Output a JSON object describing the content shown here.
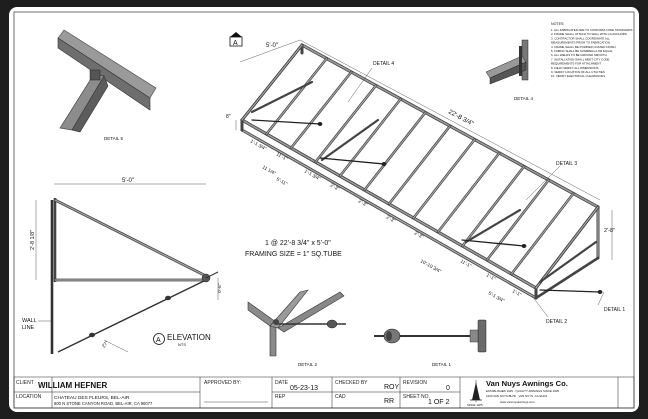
{
  "labels": {
    "top_marker": "A",
    "detail5": "DETAIL 5",
    "detail4_callout": "DETAIL 4",
    "detail4_view": "DETAIL 4",
    "detail3": "DETAIL 3",
    "detail2_callout": "DETAIL 2",
    "detail1_callout": "DETAIL 1",
    "detail2_view": "DETAIL 2",
    "detail1_view": "DETAIL 1",
    "elevation_marker": "A",
    "elevation": "ELEVATION",
    "nts": "NTS",
    "wall": "WALL",
    "line": "LINE",
    "summary_line1": "1 @ 22'-8 3/4\" x 5'-0\"",
    "summary_line2": "FRAMING SIZE = 1\" SQ.TUBE"
  },
  "dimensions": {
    "width_top": "5'-0\"",
    "length": "22'-8 3/4\"",
    "height_right": "2'-8\"",
    "left_offset": "8\"",
    "elev_width": "5'-0\"",
    "elev_height": "2'-8 1/8\"",
    "elev_small": "0'-6\"",
    "elev_angle": "27°",
    "bays": [
      "1'-1 3/4\"",
      "11'-1\"",
      "1'-1 3/4\"",
      "2'-3\"",
      "2'-3\"",
      "2'-3\"",
      "2'-3\"",
      "11'-1\"",
      "1'-1\"",
      "1'-1\""
    ],
    "left_stack": [
      "11 1/4\"",
      "5'-11\"",
      "10'-10 3/4\"",
      "5'-1 3/4\""
    ]
  },
  "notes_title": "NOTES:",
  "notes": [
    "1. ALL FABRICATED ARE TO CONFORM CODE STANDARDS",
    "2. FRAME SHALL ATTACH TO WALL WITH (4) ANCHORS",
    "3. CONTRACTOR SHALL COORDINATE ALL",
    "   MEASUREMENTS PRIOR TO FABRICATION",
    "4. FRAME SHALL BE POWDER COATED FINISH",
    "5. FABRIC SHALL BE SUNBRELLA OR EQUAL",
    "6. ALL WELDS TO BE GROUND SMOOTH",
    "7. INSTALLATION SHALL MEET CITY CODE",
    "   REQUIREMENTS FOR ATTACHMENT",
    "8. FIELD VERIFY ALL DIMENSIONS",
    "9. VERIFY LOCATION OF ALL UTILITIES",
    "10. VERIFY ELECTRICAL CLEARANCES"
  ],
  "title_block": {
    "client_label": "CLIENT",
    "client": "WILLIAM HEFNER",
    "location_label": "LOCATION",
    "location_line1": "CHATEAU DES FLEURS, BEL-AIR",
    "location_line2": "600 N STONE CANYON ROAD, BEL-AIR, CA 90077",
    "approved_label": "APPROVED BY:",
    "date_label": "DATE",
    "date": "05-23-13",
    "checked_label": "CHECKED BY",
    "checked": "ROY",
    "revision_label": "REVISION",
    "revision": "0",
    "rep_label": "REP",
    "cad_label": "CAD",
    "cad": "RR",
    "sheet_label": "SHEET NO.",
    "sheet": "1 OF 2",
    "company": "Van Nuys Awnings Co.",
    "company_tagline": "ESTABLISHED 1925 · QUALITY AWNINGS SINCE 1925",
    "company_address": "6160 VAN NUYS BLVD · VAN NUYS, CA 91401",
    "company_web": "www.vannuysawnings.com",
    "logo_caption": "SINCE 1925"
  }
}
